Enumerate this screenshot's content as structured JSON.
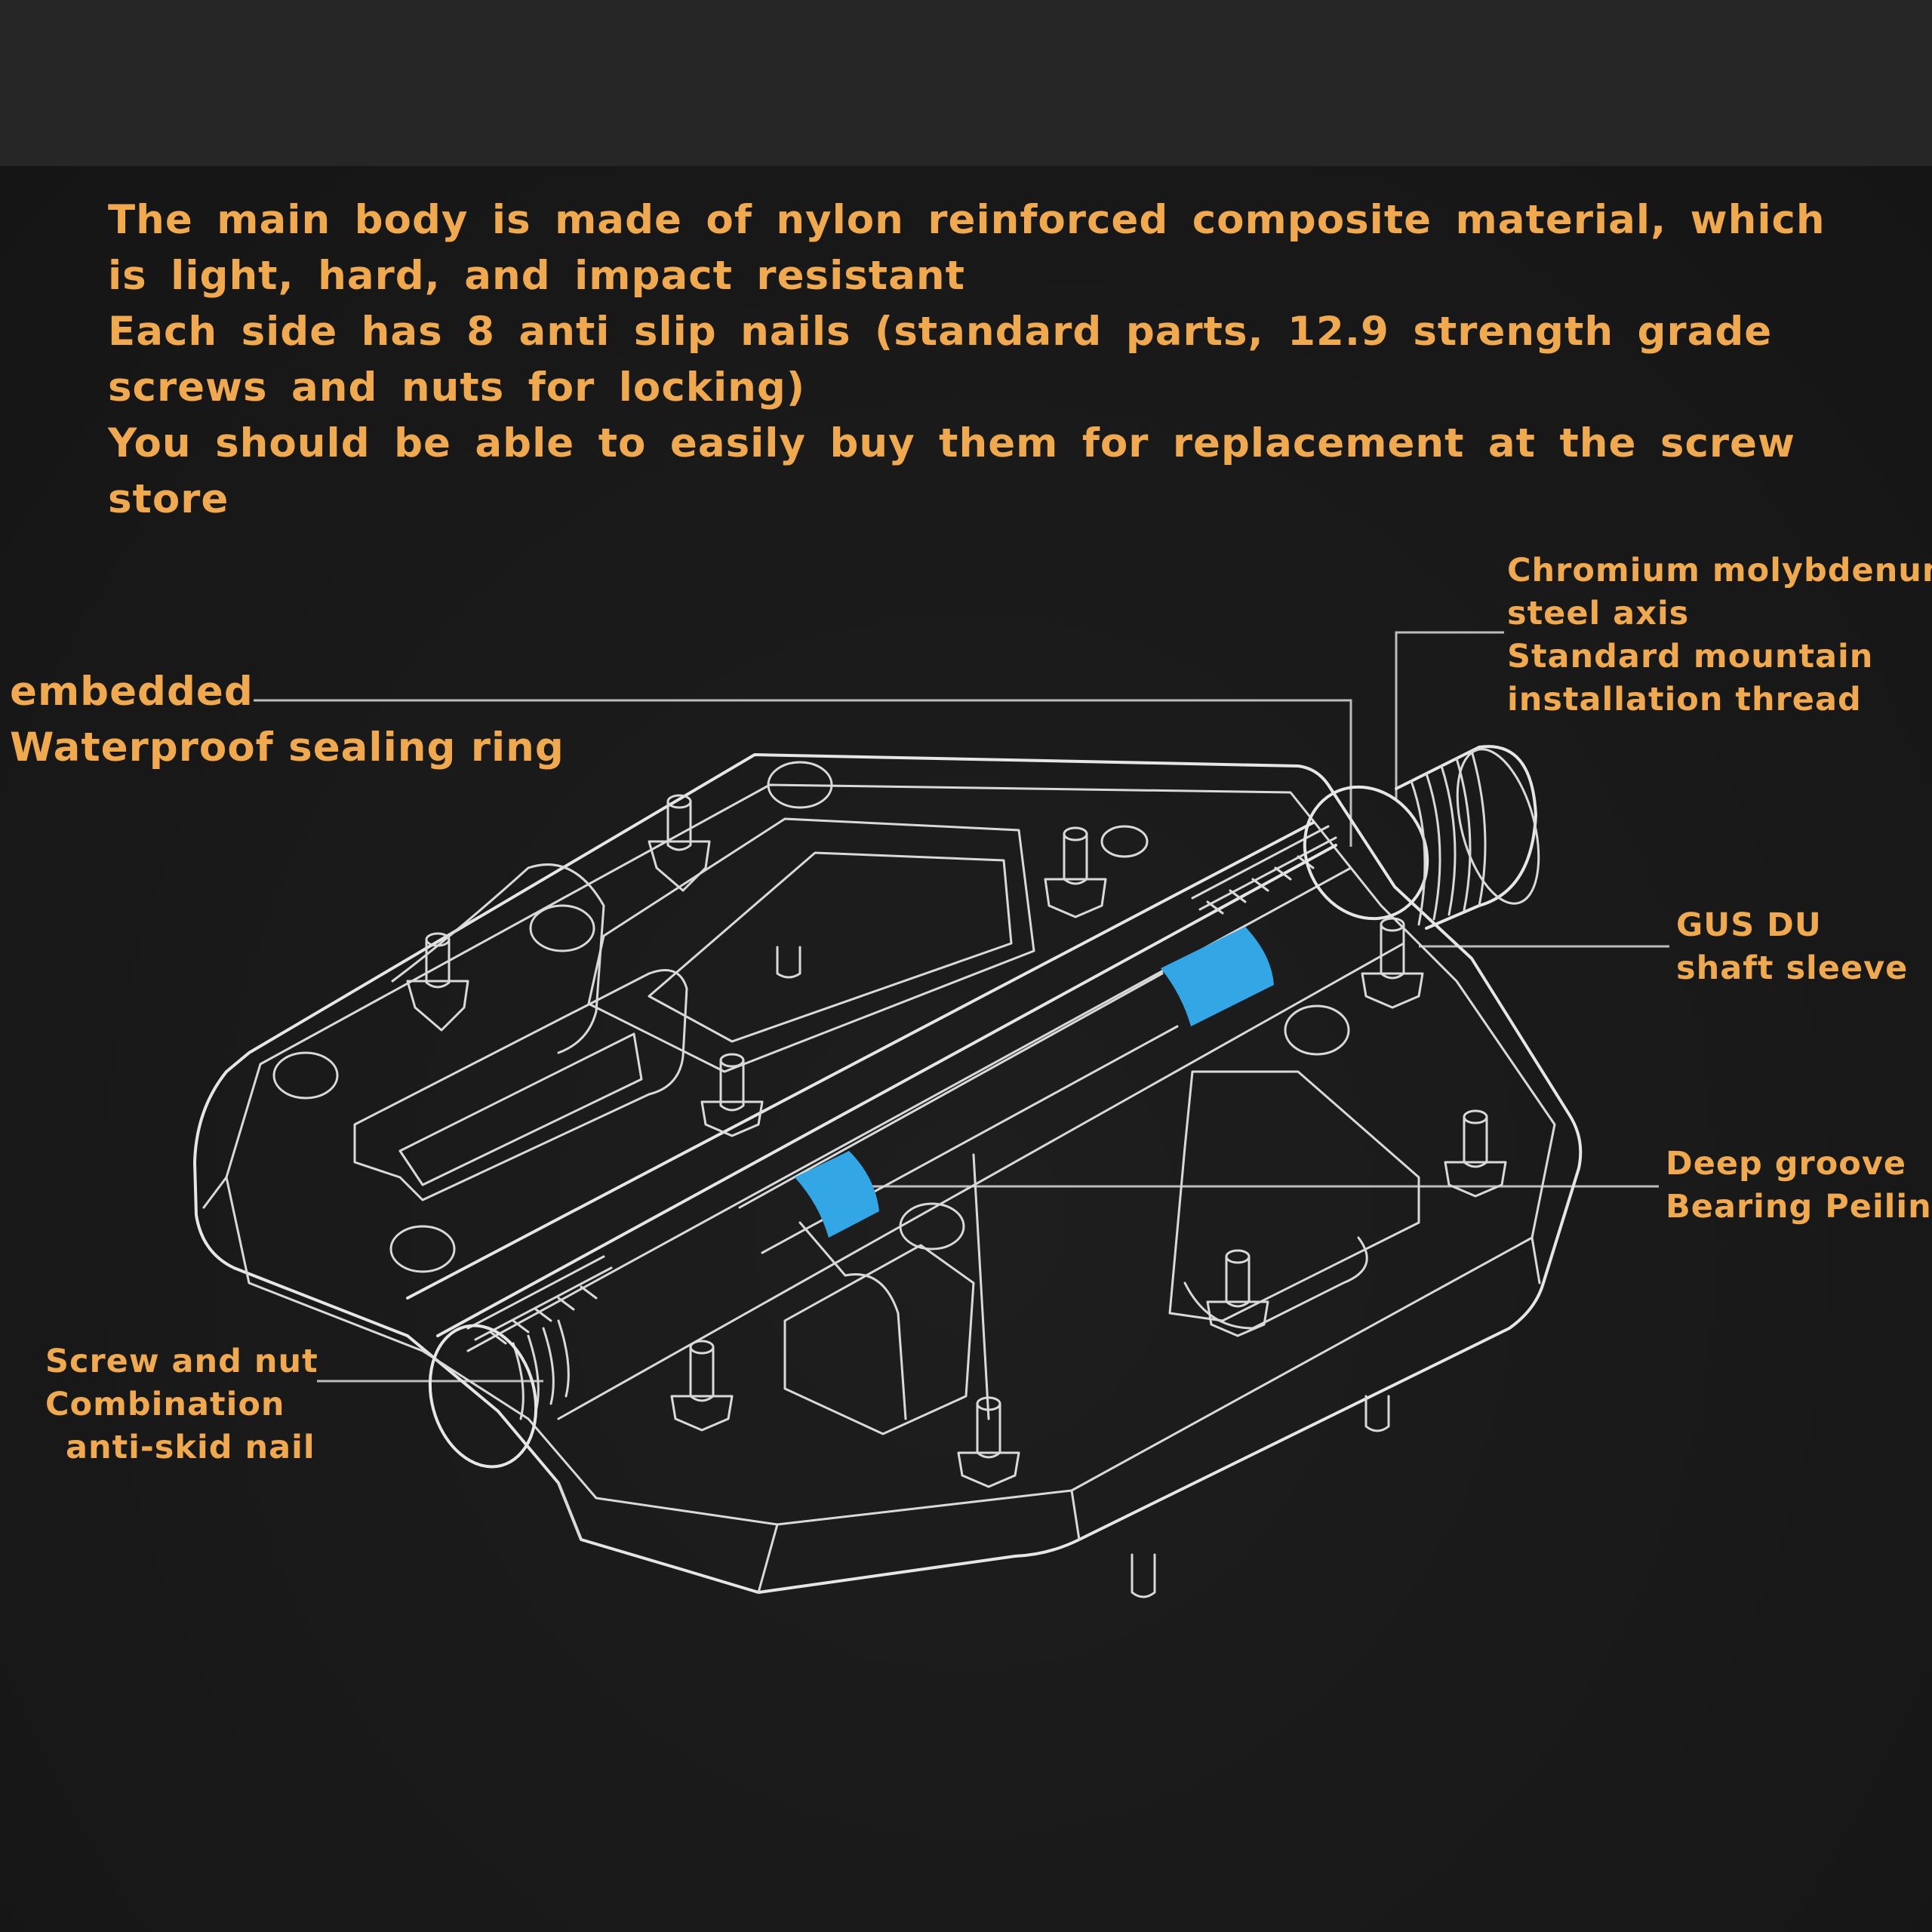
{
  "description": {
    "lines": [
      "The main body is made of nylon reinforced composite material, which",
      "is light, hard, and impact resistant",
      "Each side has 8 anti slip nails (standard parts, 12.9 strength grade",
      "screws and nuts for locking)",
      "You should be able to easily buy them for replacement at the screw",
      "store"
    ]
  },
  "labels": {
    "chromium": [
      "Chromium molybdenum",
      "steel axis",
      "Standard mountain",
      "installation thread"
    ],
    "embedded": [
      "embedded",
      "Waterproof sealing ring"
    ],
    "gus": [
      "GUS DU",
      "shaft sleeve"
    ],
    "deep": [
      "Deep groove",
      "Bearing Peilin"
    ],
    "screw": [
      "Screw and nut",
      "Combination",
      "anti-skid nail"
    ]
  },
  "colors": {
    "background": "#1d1d1d",
    "top_band": "#262626",
    "text": "#f0a94e",
    "line_art": "#e6e6e6",
    "bearing_highlight": "#33a6e6"
  }
}
